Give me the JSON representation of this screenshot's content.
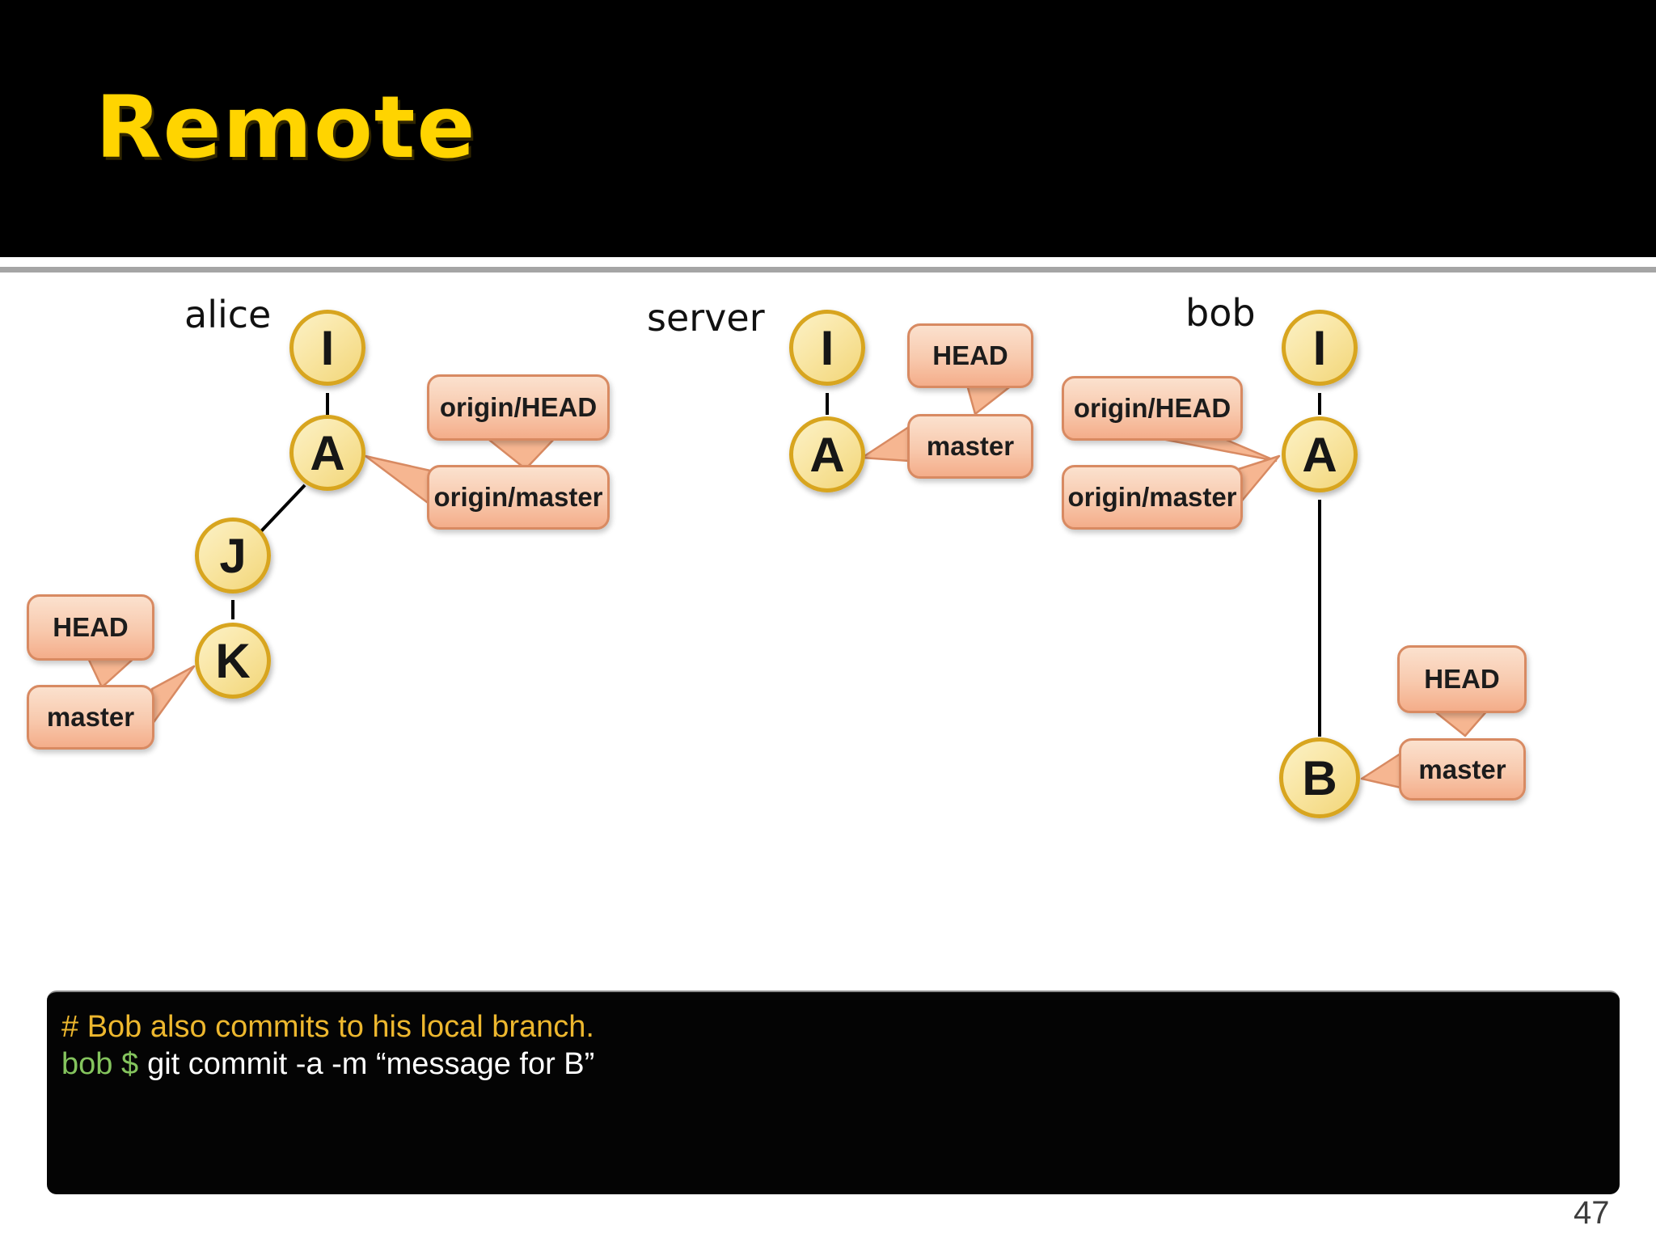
{
  "title": "Remote",
  "page_number": "47",
  "sections": {
    "alice_label": "alice",
    "server_label": "server",
    "bob_label": "bob"
  },
  "nodes": {
    "alice_i": "I",
    "alice_a": "A",
    "alice_j": "J",
    "alice_k": "K",
    "server_i": "I",
    "server_a": "A",
    "bob_i": "I",
    "bob_a": "A",
    "bob_b": "B"
  },
  "callouts": {
    "alice_origin_head": "origin/HEAD",
    "alice_origin_master": "origin/master",
    "alice_head": "HEAD",
    "alice_master": "master",
    "server_head": "HEAD",
    "server_master": "master",
    "bob_origin_head": "origin/HEAD",
    "bob_origin_master": "origin/master",
    "bob_head": "HEAD",
    "bob_master": "master"
  },
  "terminal": {
    "comment_line": "# Bob also commits to his local branch.",
    "prompt": "bob $",
    "command": "git commit -a -m “message for B”"
  },
  "colors": {
    "title_yellow": "#FFD400",
    "header_background": "#000000",
    "node_fill_top": "#FBF1C6",
    "node_fill_bottom": "#F2D679",
    "node_border": "#D8A51F",
    "callout_fill_top": "#FBE1CE",
    "callout_fill_bottom": "#F4AD8A",
    "callout_border": "#D88A62",
    "terminal_background": "#040404",
    "terminal_comment": "#EDB72E",
    "terminal_prompt": "#84C45D",
    "terminal_command": "#FFFFFF",
    "divider_gray": "#A5A5A5",
    "page_number_gray": "#3D3D3D"
  }
}
